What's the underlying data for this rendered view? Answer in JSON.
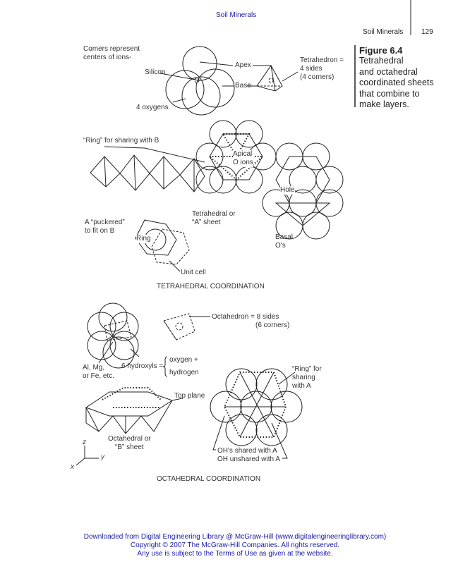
{
  "running_header": {
    "top_title": "Soil Minerals",
    "right_title": "Soil Minerals",
    "page_number": "129"
  },
  "figure": {
    "number": "Figure 6.4",
    "caption": [
      "Tetrahedral",
      "and octahedral",
      "coordinated sheets",
      "that combine to",
      "make layers."
    ]
  },
  "tetrahedral": {
    "corners_note": [
      "Comers represent",
      "centers of ions-"
    ],
    "silicon": "Silicon",
    "apex": "Apex",
    "base": "Base",
    "tetrahedron": [
      "Tetrahedron =",
      "4 sides",
      "(4 corners)"
    ],
    "oxygens": "4 oxygens",
    "ring_b": "“Ring” for sharing with B",
    "apical": [
      "Apical",
      "O ions"
    ],
    "hole": "Hole",
    "sheet": [
      "Tetrahedral or",
      "“A” sheet"
    ],
    "puckered": [
      "A “puckered”",
      "to fit on B"
    ],
    "ring": "Ring",
    "basal": [
      "Basal",
      "O's"
    ],
    "unit_cell": "Unit cell",
    "title": "TETRAHEDRAL COORDINATION"
  },
  "octahedral": {
    "octahedron": [
      "Octahedron = 8 sides",
      "(6 corners)"
    ],
    "metals": [
      "Al, Mg,",
      "or Fe, etc."
    ],
    "hydroxyls": "6 hydroxyls =",
    "hydroxyl_parts": [
      "oxygen +",
      "hydrogen"
    ],
    "ring_a": [
      "“Ring” for",
      "sharing",
      "with A"
    ],
    "top_plane": "Top plane",
    "sheet": [
      "Octahedral or",
      "“B” sheet"
    ],
    "axes": {
      "z": "z",
      "y": "y",
      "x": "x"
    },
    "oh_shared": "OH's shared with A",
    "oh_unshared": "OH unshared with A",
    "title": "OCTAHEDRAL COORDINATION"
  },
  "footer": [
    "Downloaded from Digital Engineering Library @ McGraw-Hill (www.digitalengineeringlibrary.com)",
    "Copyright © 2007 The McGraw-Hill Companies. All rights reserved.",
    "Any use is subject to the Terms of Use as given at the website."
  ]
}
